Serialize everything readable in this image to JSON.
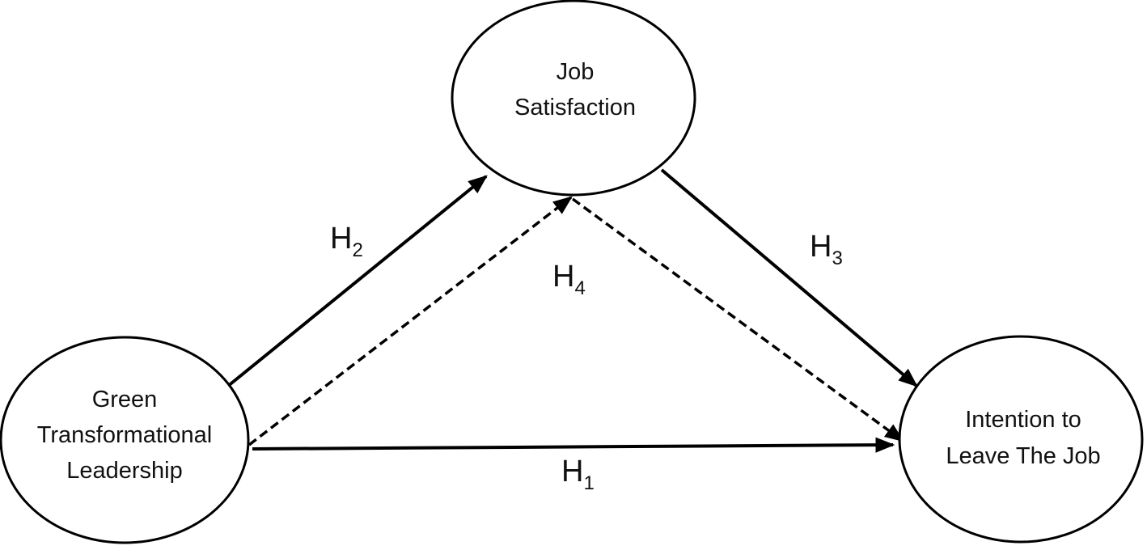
{
  "nodes": {
    "job_satisfaction": {
      "line1": "Job",
      "line2": "Satisfaction"
    },
    "green_transformational_leadership": {
      "line1": "Green",
      "line2": "Transformational",
      "line3": "Leadership"
    },
    "intention_to_leave": {
      "line1": "Intention to",
      "line2": "Leave The Job"
    }
  },
  "hypotheses": {
    "h1": {
      "letter": "H",
      "sub": "1"
    },
    "h2": {
      "letter": "H",
      "sub": "2"
    },
    "h3": {
      "letter": "H",
      "sub": "3"
    },
    "h4": {
      "letter": "H",
      "sub": "4"
    }
  },
  "colors": {
    "stroke": "#000000",
    "text": "#111111",
    "background": "#ffffff"
  }
}
